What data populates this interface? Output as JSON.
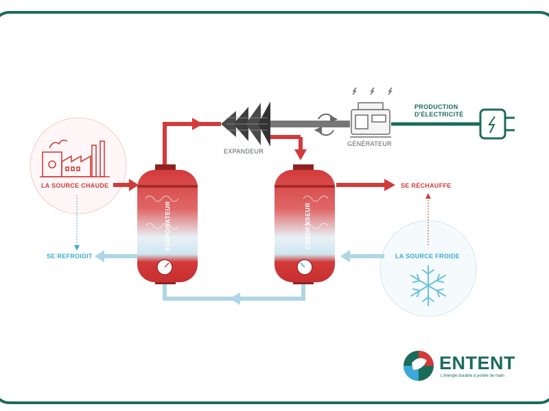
{
  "labels": {
    "hot_source": "LA SOURCE CHAUDE",
    "cools": "SE REFROIDIT",
    "evaporator": "ÉVAPORATEUR",
    "condenser": "CONDENSEUR",
    "expander": "EXPANDEUR",
    "generator": "GÉNÉRATEUR",
    "production_line1": "PRODUCTION",
    "production_line2": "D'ÉLECTRICITÉ",
    "heats": "SE RÉCHAUFFE",
    "cold_source": "LA SOURCE FROIDE"
  },
  "brand": {
    "name": "ENTENT",
    "tagline": "L'énergie durable à portée de main"
  },
  "colors": {
    "red": "#d33a3a",
    "light_blue": "#aed6e6",
    "text_blue": "#3aa8d8",
    "green": "#1a6b5a",
    "gray": "#5a5a5a"
  },
  "icons": {
    "hot_source": "factory-icon",
    "cold_source": "snowflake-icon",
    "generator": "generator-icon",
    "production": "plug-icon",
    "expander": "turbine-icon"
  }
}
